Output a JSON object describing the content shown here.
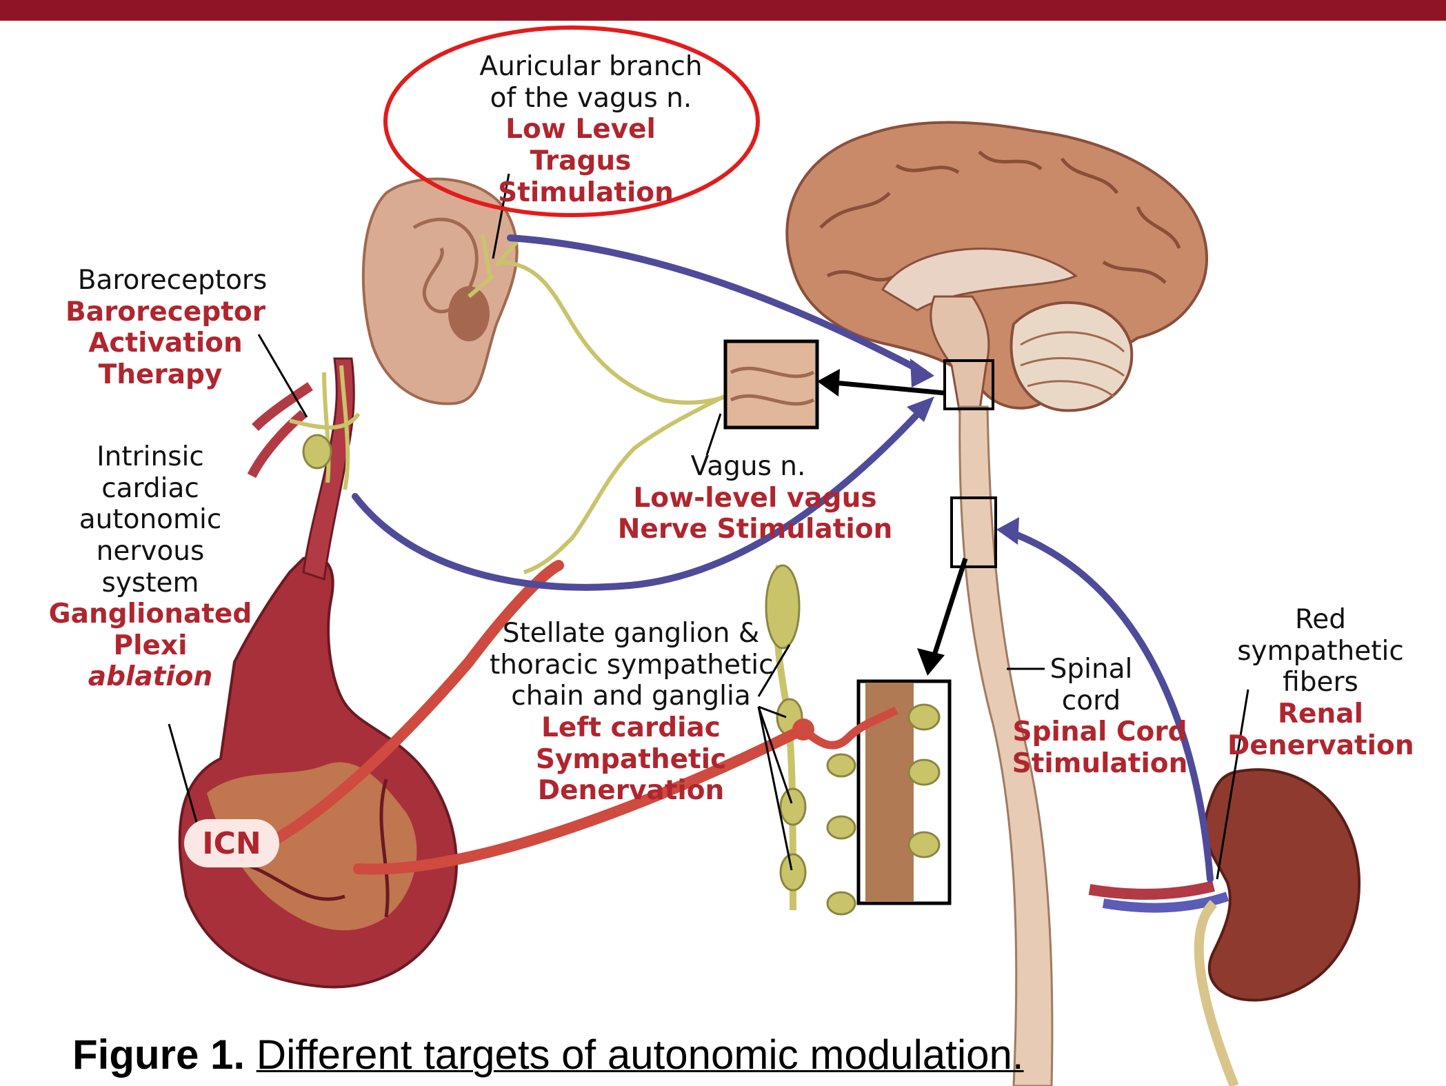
{
  "colors": {
    "banner": "#8f1526",
    "label_red": "#b0252e",
    "afferent_arrow": "#4f4b9a",
    "efferent_path": "#cf4a3f",
    "nerve": "#c9c46a",
    "brain": "#c98a6a",
    "circle_highlight": "#e31b1b"
  },
  "labels": {
    "auricular": {
      "line1": "Auricular branch",
      "line2": "of the vagus n.",
      "therapy1": "Low Level",
      "therapy2": "Tragus",
      "therapy3": "Stimulation"
    },
    "baroreceptors": {
      "line1": "Baroreceptors",
      "therapy1": "Baroreceptor",
      "therapy2": "Activation",
      "therapy3": "Therapy"
    },
    "intrinsic": {
      "line1": "Intrinsic",
      "line2": "cardiac",
      "line3": "autonomic",
      "line4": "nervous",
      "line5": "system",
      "therapy1": "Ganglionated",
      "therapy2": "Plexi",
      "therapy3": "ablation"
    },
    "vagus": {
      "line1": "Vagus n.",
      "therapy1": "Low-level vagus",
      "therapy2": "Nerve Stimulation"
    },
    "stellate": {
      "line1": "Stellate ganglion &",
      "line2": "thoracic sympathetic",
      "line3": "chain and ganglia",
      "therapy1": "Left cardiac",
      "therapy2": "Sympathetic",
      "therapy3": "Denervation"
    },
    "spinal": {
      "line1": "Spinal",
      "line2": "cord",
      "therapy1": "Spinal Cord",
      "therapy2": "Stimulation"
    },
    "renal": {
      "line1": "Red",
      "line2": "sympathetic",
      "line3": "fibers",
      "therapy1": "Renal",
      "therapy2": "Denervation"
    },
    "icn": "ICN"
  },
  "caption": {
    "prefix": "Figure 1.",
    "text": "Different targets of autonomic modulation."
  }
}
